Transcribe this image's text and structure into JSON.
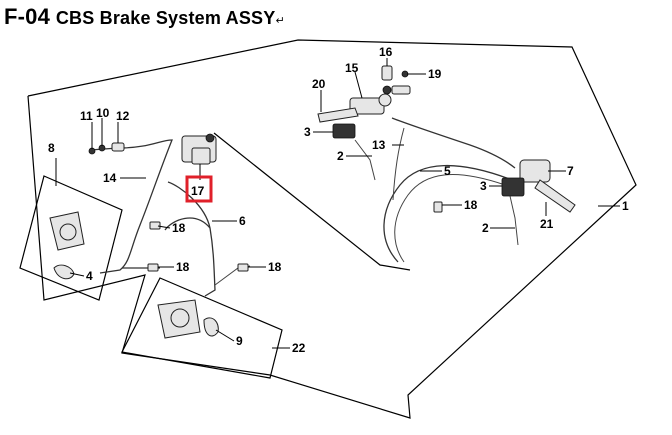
{
  "header": {
    "code": "F-04",
    "subtitle": "CBS Brake System ASSY",
    "mark": "↵"
  },
  "callouts": [
    {
      "id": "c1",
      "number": "1"
    },
    {
      "id": "c2a",
      "number": "2"
    },
    {
      "id": "c2b",
      "number": "2"
    },
    {
      "id": "c3a",
      "number": "3"
    },
    {
      "id": "c3b",
      "number": "3"
    },
    {
      "id": "c4",
      "number": "4"
    },
    {
      "id": "c5",
      "number": "5"
    },
    {
      "id": "c6",
      "number": "6"
    },
    {
      "id": "c7",
      "number": "7"
    },
    {
      "id": "c8",
      "number": "8"
    },
    {
      "id": "c9",
      "number": "9"
    },
    {
      "id": "c10",
      "number": "10"
    },
    {
      "id": "c11",
      "number": "11"
    },
    {
      "id": "c12",
      "number": "12"
    },
    {
      "id": "c13",
      "number": "13"
    },
    {
      "id": "c14",
      "number": "14"
    },
    {
      "id": "c15",
      "number": "15"
    },
    {
      "id": "c16",
      "number": "16"
    },
    {
      "id": "c17",
      "number": "17"
    },
    {
      "id": "c18a",
      "number": "18"
    },
    {
      "id": "c18b",
      "number": "18"
    },
    {
      "id": "c18c",
      "number": "18"
    },
    {
      "id": "c18d",
      "number": "18"
    },
    {
      "id": "c19",
      "number": "19"
    },
    {
      "id": "c20",
      "number": "20"
    },
    {
      "id": "c21",
      "number": "21"
    },
    {
      "id": "c22",
      "number": "22"
    }
  ],
  "highlight": {
    "callout": "17",
    "color": "#e0202a"
  }
}
